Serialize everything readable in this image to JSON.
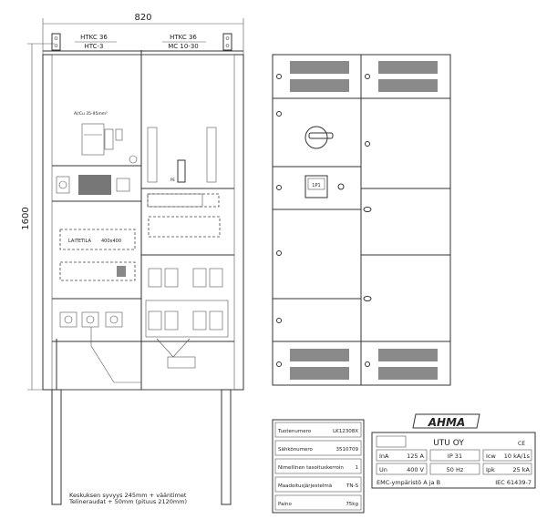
{
  "dimensions": {
    "width": "820",
    "height": "1600"
  },
  "top_labels": {
    "left": {
      "top": "HTKC 36",
      "bottom": "HTC-3"
    },
    "right": {
      "top": "HTKC 36",
      "bottom": "MC 10-30"
    }
  },
  "panel": {
    "cable_note": "Al/Cu 35-95mm²",
    "device_area": "LAITETILA",
    "device_size": "400x400",
    "pe_label": "PE",
    "meter_label": "1P1"
  },
  "notes": {
    "line1": "Keskuksen syvyys 245mm + vääntimet",
    "line2": "Telineraudat + 50mm (pituus 2120mm)"
  },
  "spec_table": [
    {
      "label": "Tuotenumero",
      "value": "LK12308X"
    },
    {
      "label": "Sähkönumero",
      "value": "3510709"
    },
    {
      "label": "Nimellinen tasoituskerroin",
      "value": "1"
    },
    {
      "label": "Maadoitusjärjestelmä",
      "value": "TN-S"
    },
    {
      "label": "Paino",
      "value": "75kg"
    }
  ],
  "nameplate": {
    "brand": "AHMA",
    "company": "UTU OY",
    "marks": "CE",
    "ina_label": "InA",
    "ina_value": "125 A",
    "ip": "IP 31",
    "icw_label": "Icw",
    "icw_value": "10 kA/1s",
    "un_label": "Un",
    "un_value": "400 V",
    "freq": "50 Hz",
    "ipk_label": "Ipk",
    "ipk_value": "25 kA",
    "emc": "EMC-ympäristö  A ja B",
    "standard": "IEC 61439-7"
  }
}
